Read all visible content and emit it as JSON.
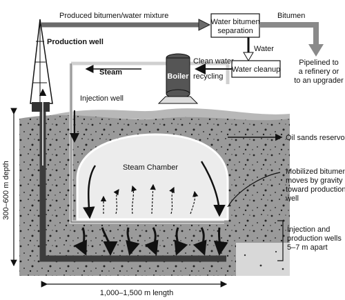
{
  "labels": {
    "produced_mixture": "Produced bitumen/water mixture",
    "production_well": "Production well",
    "water_bitumen_sep_1": "Water bitumen",
    "water_bitumen_sep_2": "separation",
    "bitumen": "Bitumen",
    "water": "Water",
    "water_cleanup": "Water cleanup",
    "clean_water_1": "Clean water",
    "clean_water_2": "recycling",
    "boiler": "Boiler",
    "steam": "Steam",
    "injection_well": "Injection well",
    "pipelined_1": "Pipelined to",
    "pipelined_2": "a refinery or",
    "pipelined_3": "to an upgrader",
    "oil_sands": "Oil sands reservoir",
    "steam_chamber": "Steam Chamber",
    "mobilized_1": "Mobilized bitumen",
    "mobilized_2": "moves by gravity",
    "mobilized_3": "toward production",
    "mobilized_4": "well",
    "inj_prod_1": "Injection and",
    "inj_prod_2": "production wells",
    "inj_prod_3": "5–7 m apart",
    "depth": "300–600 m depth",
    "length": "1,000–1,500 m length"
  },
  "colors": {
    "ground": "#9a9a9a",
    "ground_top": "#b8b8b8",
    "chamber": "#e9e9e9",
    "well_dark": "#4a4a4a",
    "injection_pipe": "#cfcfcf",
    "arrow_fill": "#6b6b6b"
  }
}
